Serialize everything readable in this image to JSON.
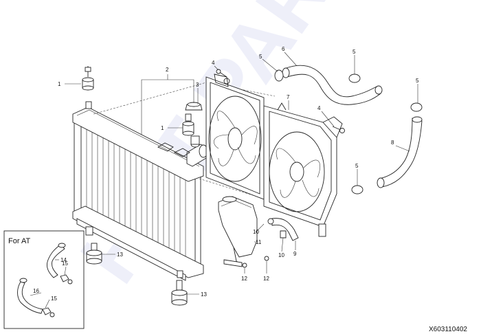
{
  "watermark": "HOT PARTS",
  "inset": {
    "title": "For AT"
  },
  "drawing_code": "X603110402",
  "callouts": {
    "c1a": "1",
    "c1b": "1",
    "c2": "2",
    "c3": "3",
    "c4a": "4",
    "c4b": "4",
    "c5a": "5",
    "c5b": "5",
    "c5c": "5",
    "c5d": "5",
    "c6": "6",
    "c7": "7",
    "c8": "8",
    "c9": "9",
    "c10a": "10",
    "c10b": "10",
    "c11": "11",
    "c12a": "12",
    "c12b": "12",
    "c13a": "13",
    "c13b": "13",
    "c14": "14",
    "c15a": "15",
    "c15b": "15",
    "c16": "16"
  }
}
